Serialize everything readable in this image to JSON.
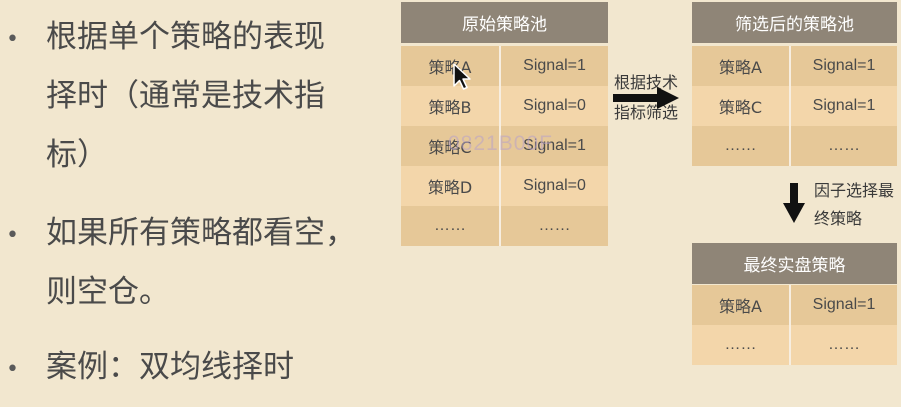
{
  "bullets": [
    {
      "symbol": "•",
      "lines": [
        "根据单个策略的表现",
        "择时（通常是技术指",
        "标）"
      ]
    },
    {
      "symbol": "•",
      "lines": [
        "如果所有策略都看空，",
        "则空仓。"
      ]
    },
    {
      "symbol": "•",
      "lines": [
        "案例：双均线择时"
      ]
    }
  ],
  "original_pool": {
    "title": "原始策略池",
    "rows": [
      [
        "策略A",
        "Signal=1"
      ],
      [
        "策略B",
        "Signal=0"
      ],
      [
        "策略C",
        "Signal=1"
      ],
      [
        "策略D",
        "Signal=0"
      ],
      [
        "……",
        "……"
      ]
    ]
  },
  "filter_arrow_label": [
    "根据技术",
    "指标筛选"
  ],
  "filtered_pool": {
    "title": "筛选后的策略池",
    "rows": [
      [
        "策略A",
        "Signal=1"
      ],
      [
        "策略C",
        "Signal=1"
      ],
      [
        "……",
        "……"
      ]
    ]
  },
  "factor_arrow_label": [
    "因子选择最",
    "终策略"
  ],
  "final_pool": {
    "title": "最终实盘策略",
    "rows": [
      [
        "策略A",
        "Signal=1"
      ],
      [
        "……",
        "……"
      ]
    ]
  },
  "watermark": "0821B00F",
  "colors": {
    "background": "#f2e7cf",
    "header": "#8f8577",
    "row_dark": "#e6c898",
    "row_light": "#f3d6aa"
  }
}
